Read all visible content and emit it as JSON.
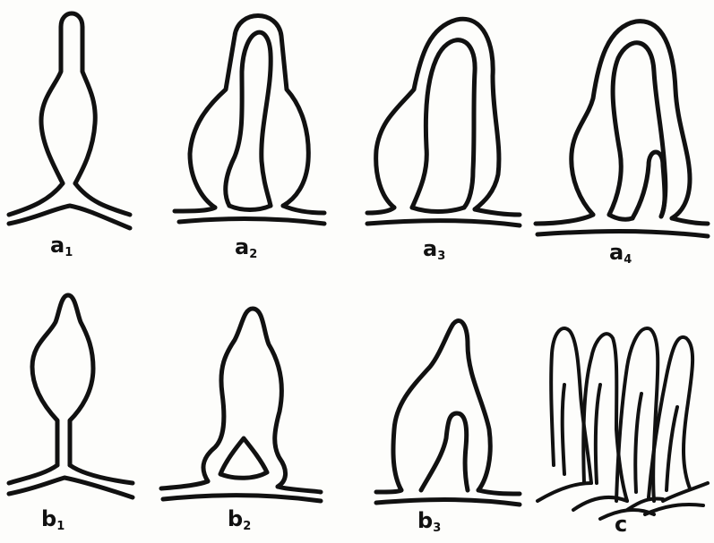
{
  "panels": [
    {
      "id": "a1",
      "letter": "a",
      "sub": "1"
    },
    {
      "id": "a2",
      "letter": "a",
      "sub": "2"
    },
    {
      "id": "a3",
      "letter": "a",
      "sub": "3"
    },
    {
      "id": "a4",
      "letter": "a",
      "sub": "4"
    },
    {
      "id": "b1",
      "letter": "b",
      "sub": "1"
    },
    {
      "id": "b2",
      "letter": "b",
      "sub": "2"
    },
    {
      "id": "b3",
      "letter": "b",
      "sub": "3"
    },
    {
      "id": "c",
      "letter": "c",
      "sub": ""
    }
  ],
  "colors": {
    "ink": "#111111",
    "paper": "#fdfdfb"
  }
}
